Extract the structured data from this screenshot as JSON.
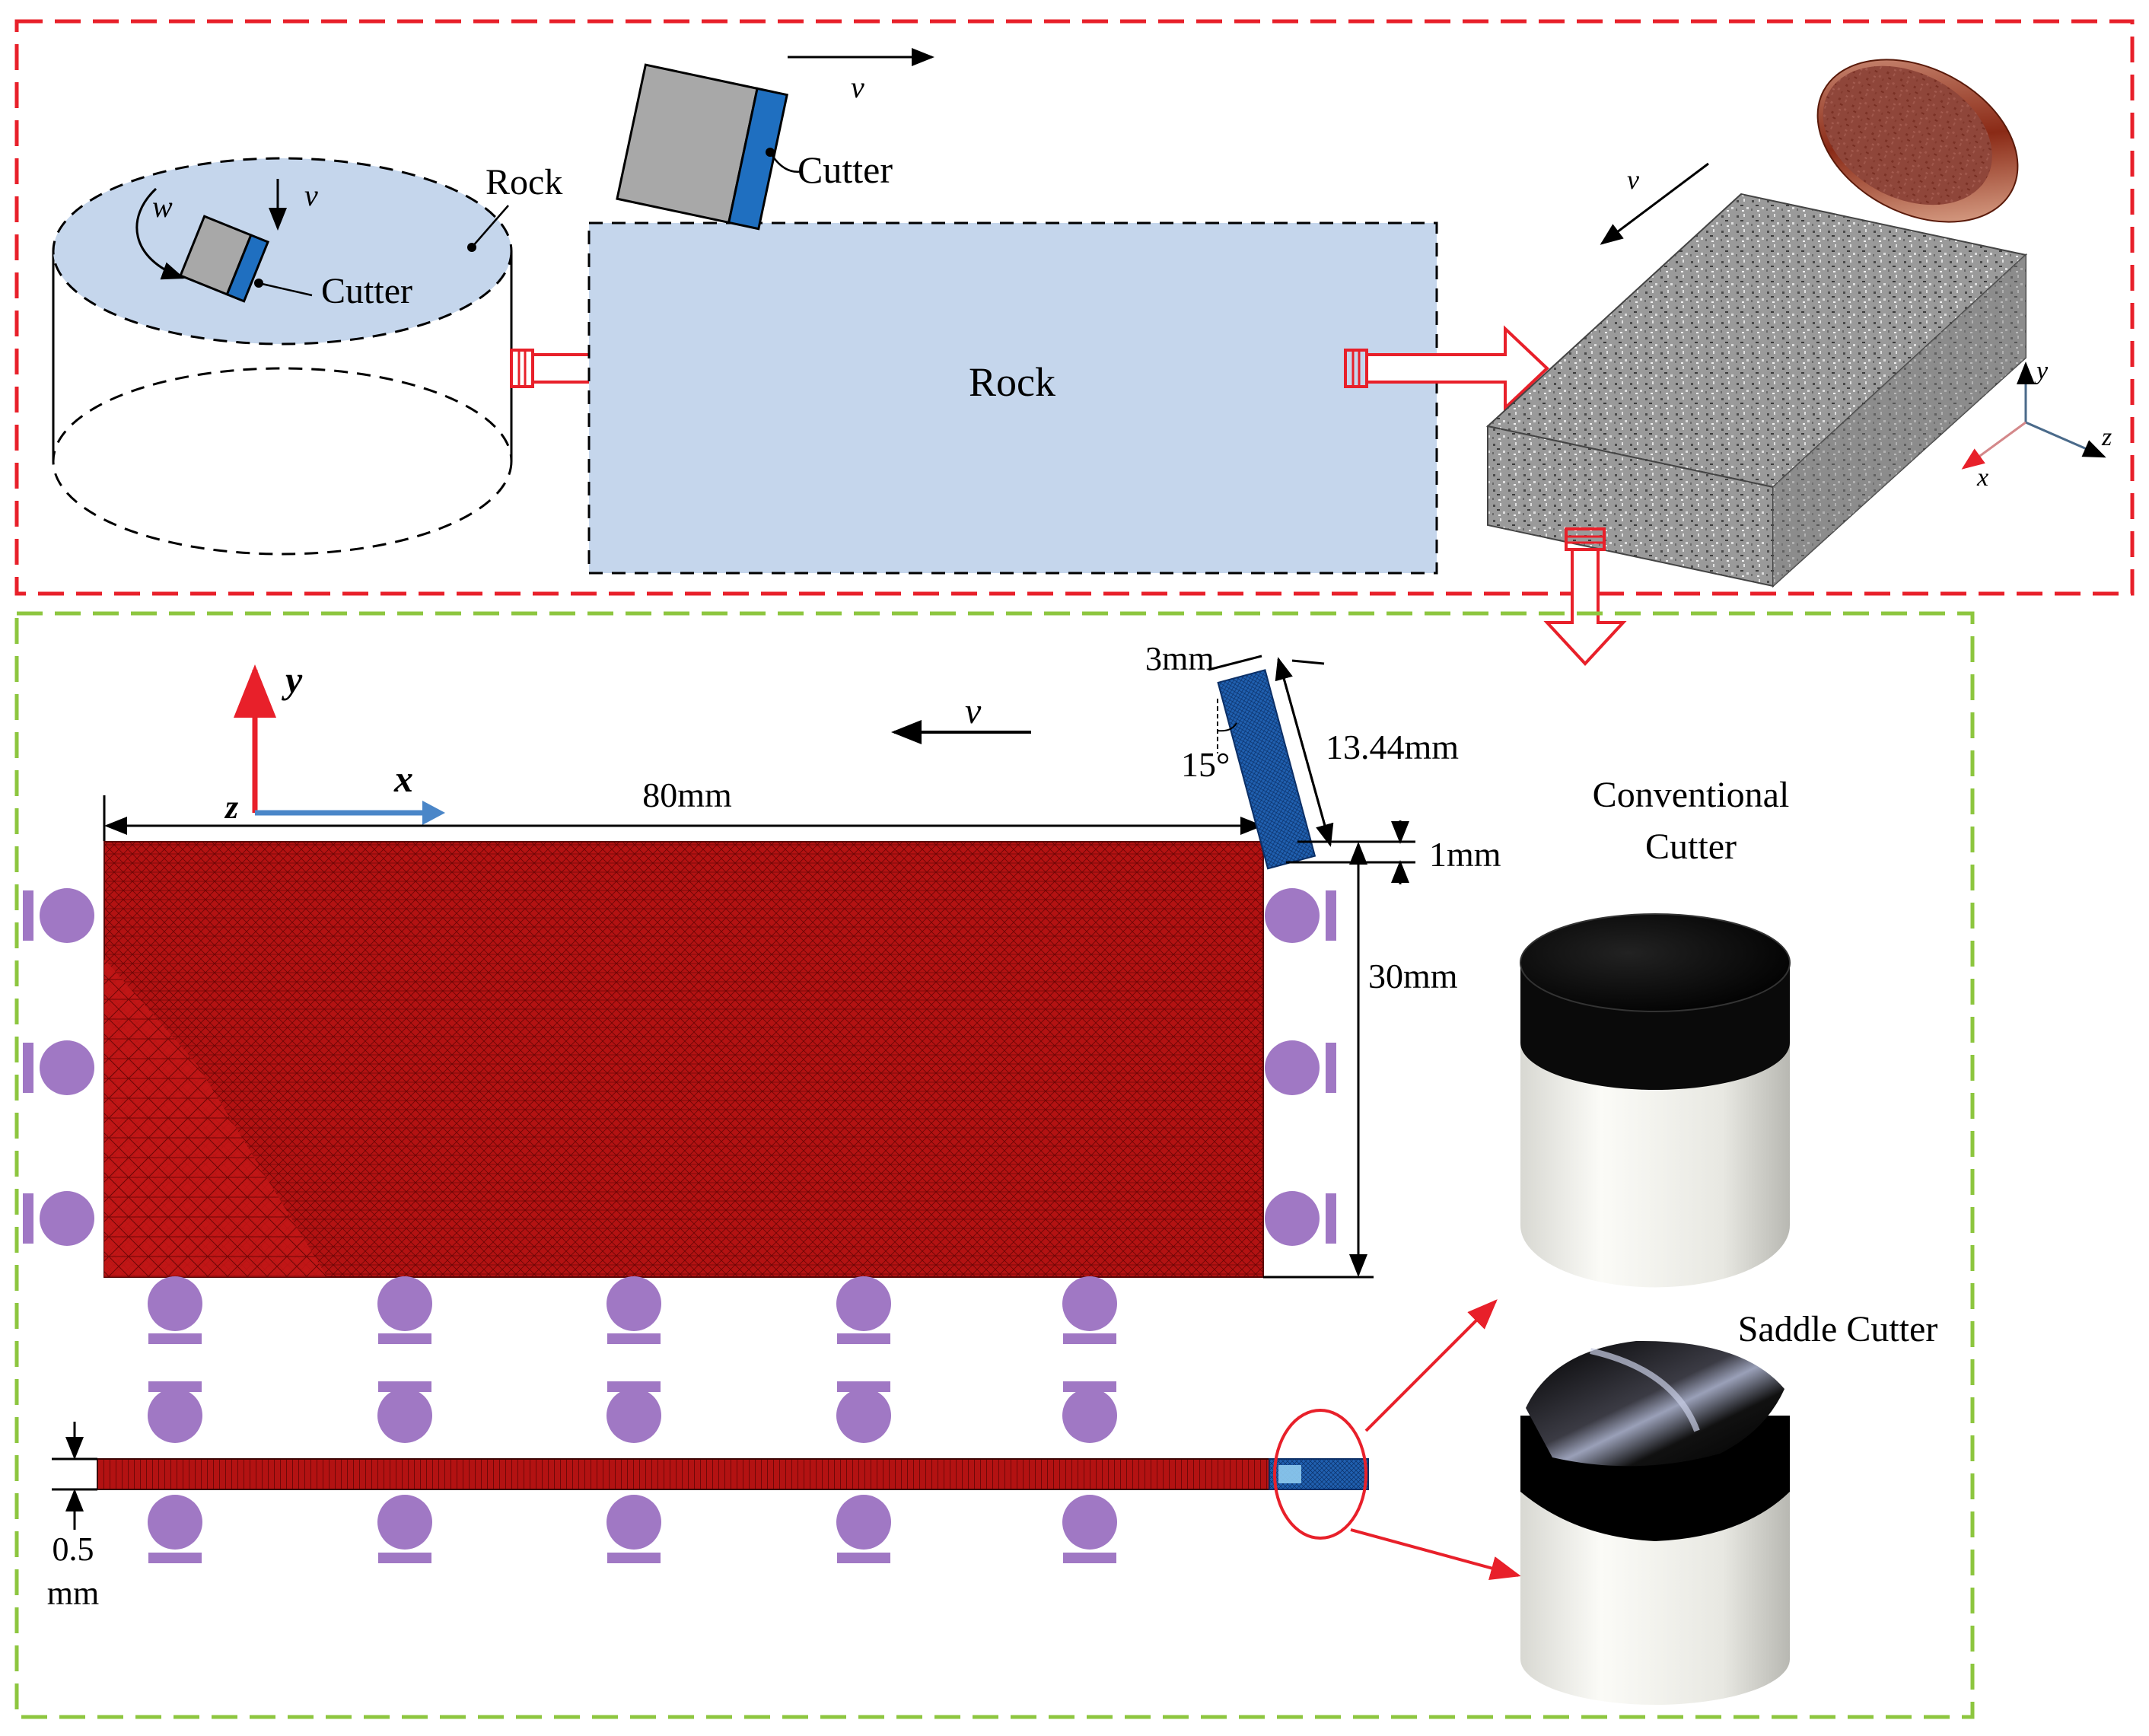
{
  "top_panel": {
    "cylinder_rock_label": "Rock",
    "cylinder_cutter_label": "Cutter",
    "rotation_symbol": "w",
    "velocity_symbol": "v",
    "top_cutter_label": "Cutter",
    "top_velocity_symbol": "v",
    "block_rock_label": "Rock",
    "granite_velocity_symbol": "v",
    "axis_y": "y",
    "axis_z": "z",
    "axis_x": "x"
  },
  "bottom_panel": {
    "axis_y": "y",
    "axis_x": "x",
    "axis_z": "z",
    "velocity_symbol": "v",
    "length_dim": "80mm",
    "height_dim": "30mm",
    "depth_of_cut_dim": "1mm",
    "cutter_width_dim": "3mm",
    "cutter_length_dim": "13.44mm",
    "rake_angle_dim": "15°",
    "thickness_dim_value": "0.5",
    "thickness_dim_unit": "mm",
    "conventional_line1": "Conventional",
    "conventional_line2": "Cutter",
    "saddle_label": "Saddle Cutter"
  },
  "colors": {
    "top_frame": "#e8202a",
    "bottom_frame": "#8dc63f",
    "rock_fill": "#c5d6ec",
    "mesh_red": "#b01010",
    "support_purple": "#a078c4",
    "cutter_blue": "#1f6fc0"
  }
}
